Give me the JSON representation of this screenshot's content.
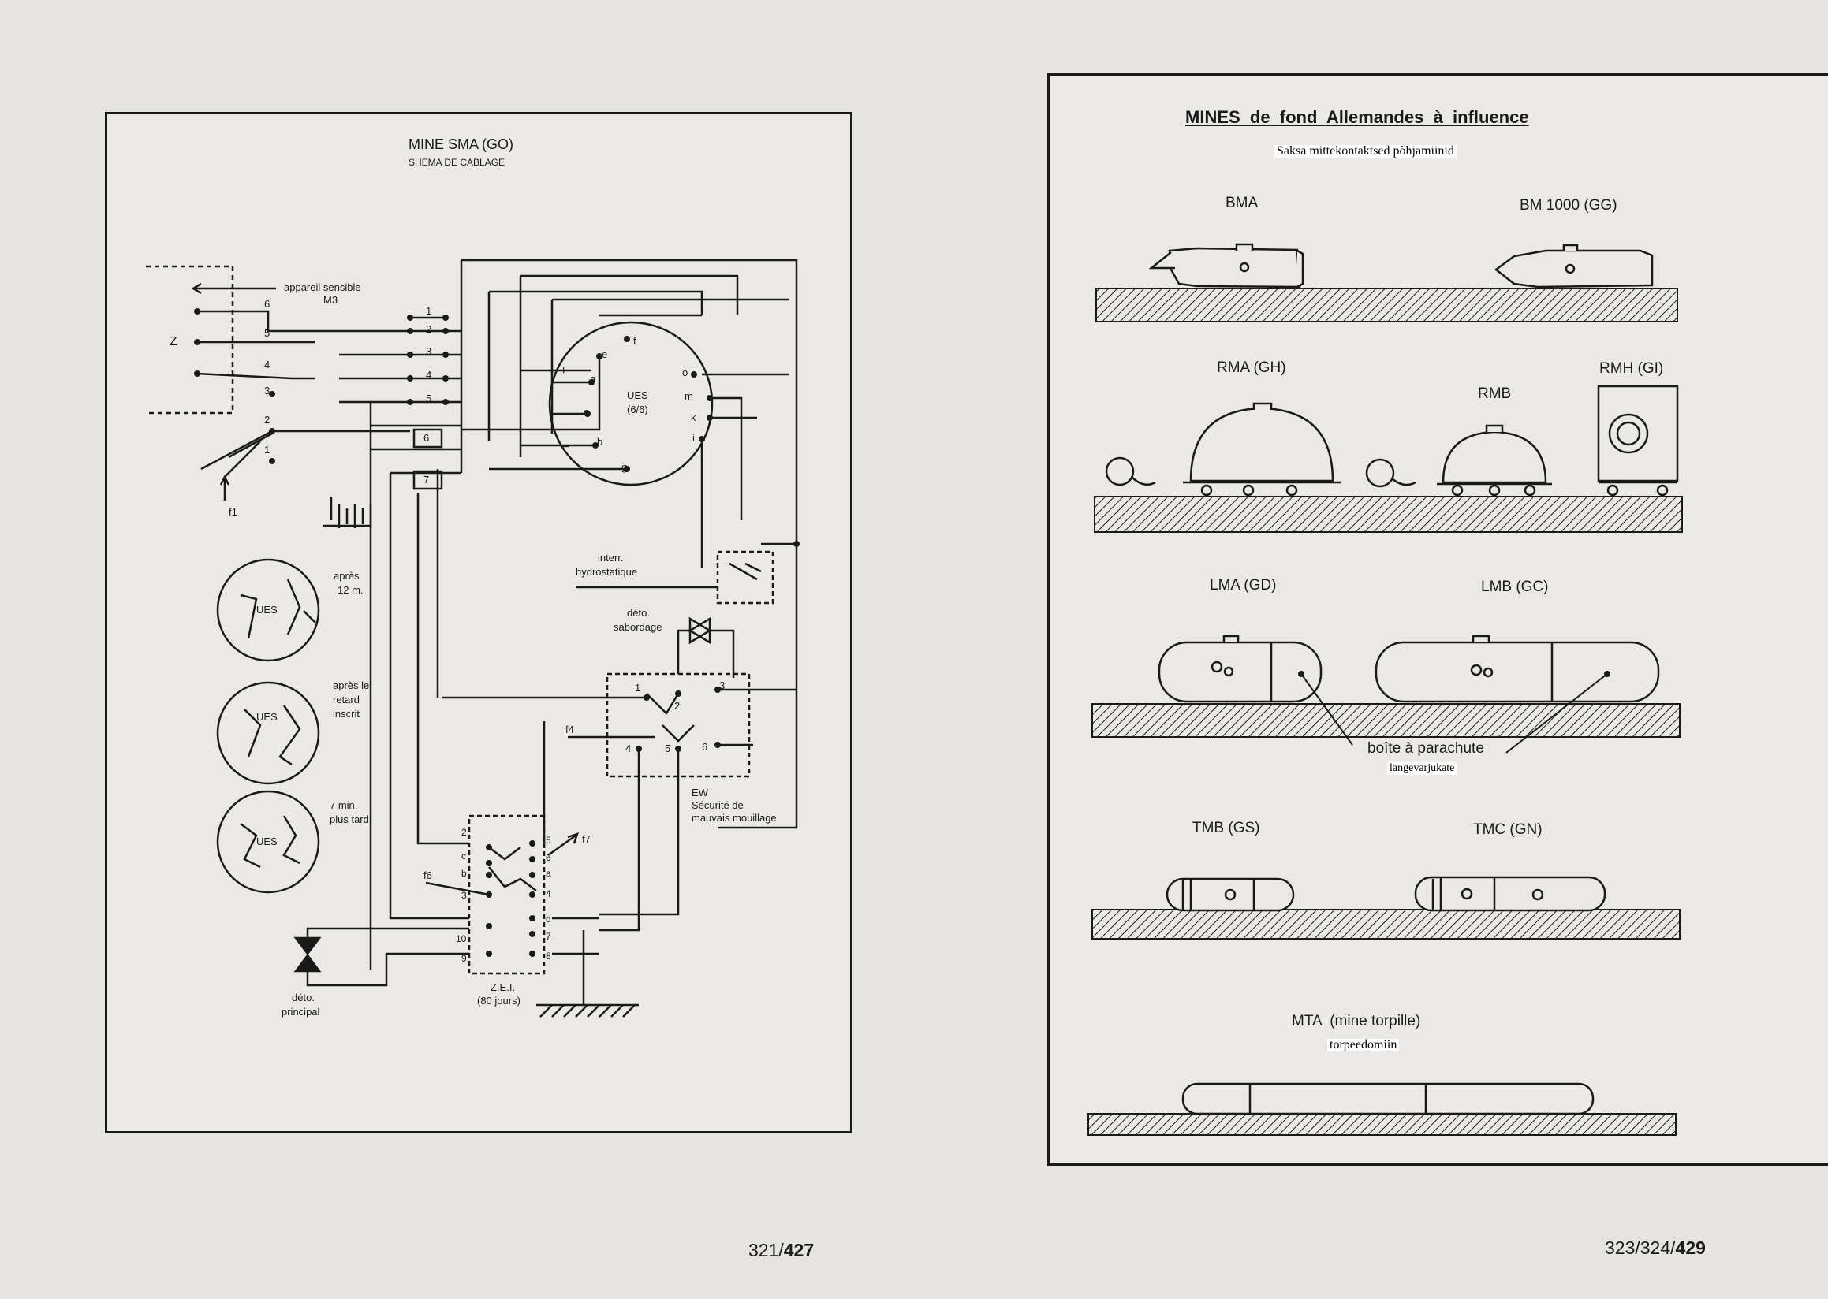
{
  "left_page": {
    "title": "MINE SMA (GO)",
    "subtitle": "SHEMA DE CABLAGE",
    "page_number_prefix": "321/",
    "page_number_bold": "427",
    "labels": {
      "appareil_sensible": "appareil sensible",
      "m3": "M3",
      "z": "Z",
      "f1": "f1",
      "ues": "UES",
      "ues_66": "(6/6)",
      "interr": "interr.",
      "hydrostatique": "hydrostatique",
      "deto_sab_1": "déto.",
      "deto_sab_2": "sabordage",
      "f4": "f4",
      "ew": "EW",
      "securite_1": "Sécurité de",
      "securite_2": "mauvais mouillage",
      "f6": "f6",
      "f7": "f7",
      "zei": "Z.E.I.",
      "jours": "(80 jours)",
      "deto_pr_1": "déto.",
      "deto_pr_2": "principal",
      "apres_12_a": "après",
      "apres_12_b": "12 m.",
      "apres_le_a": "après le",
      "apres_le_b": "retard",
      "apres_le_c": "inscrit",
      "min7_a": "7 min.",
      "min7_b": "plus tard",
      "plus": "+",
      "minus": "−"
    },
    "terminals": [
      "1",
      "2",
      "3",
      "4",
      "5",
      "6",
      "7"
    ],
    "connector_left": [
      "6",
      "5",
      "4",
      "3",
      "2",
      "1"
    ],
    "ues_pins": [
      "a",
      "b",
      "c",
      "e",
      "f",
      "g",
      "o",
      "m",
      "k",
      "i"
    ],
    "ew_pins": [
      "1",
      "2",
      "3",
      "4",
      "5",
      "6"
    ],
    "zei_left": [
      "2",
      "c",
      "b",
      "3",
      "10",
      "9"
    ],
    "zei_right": [
      "5",
      "6",
      "a",
      "4",
      "d",
      "7",
      "8"
    ]
  },
  "right_page": {
    "title": "MINES  de  fond  Allemandes  à  influence",
    "translation": "Saksa mittekontaktsed põhjamiinid",
    "page_number_prefix": "323/324/",
    "page_number_bold": "429",
    "mines": {
      "bma": "BMA",
      "bm1000": "BM 1000 (GG)",
      "rma": "RMA (GH)",
      "rmb": "RMB",
      "rmh": "RMH (GI)",
      "lma": "LMA (GD)",
      "lmb": "LMB (GC)",
      "tmb": "TMB (GS)",
      "tmc": "TMC (GN)",
      "mta": "MTA  (mine torpille)"
    },
    "boite": "boîte à parachute",
    "boite_translation": "langevarjukate",
    "mta_translation": "torpeedomiin"
  }
}
